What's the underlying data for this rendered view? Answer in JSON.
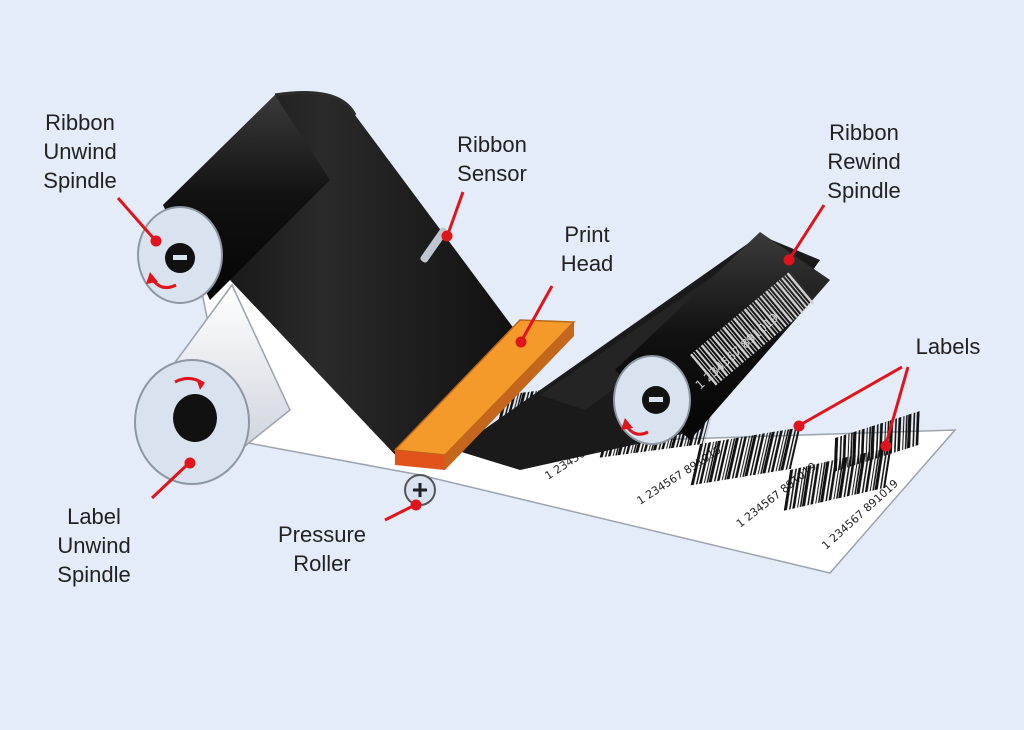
{
  "labels": {
    "ribbon_unwind_spindle": [
      "Ribbon",
      "Unwind",
      "Spindle"
    ],
    "ribbon_sensor": [
      "Ribbon",
      "Sensor"
    ],
    "ribbon_rewind_spindle": [
      "Ribbon",
      "Rewind",
      "Spindle"
    ],
    "print_head": [
      "Print",
      "Head"
    ],
    "labels": [
      "Labels"
    ],
    "label_unwind_spindle": [
      "Label",
      "Unwind",
      "Spindle"
    ],
    "pressure_roller": [
      "Pressure",
      "Roller"
    ]
  },
  "barcode_number": "1 234567 891019",
  "colors": {
    "background": "#e3ecf8",
    "ribbon": "#151515",
    "print_head": "#f39a2a",
    "print_head_front": "#e0531b",
    "pointer": "#e0141b",
    "spindle_face": "#d9e2ef"
  }
}
